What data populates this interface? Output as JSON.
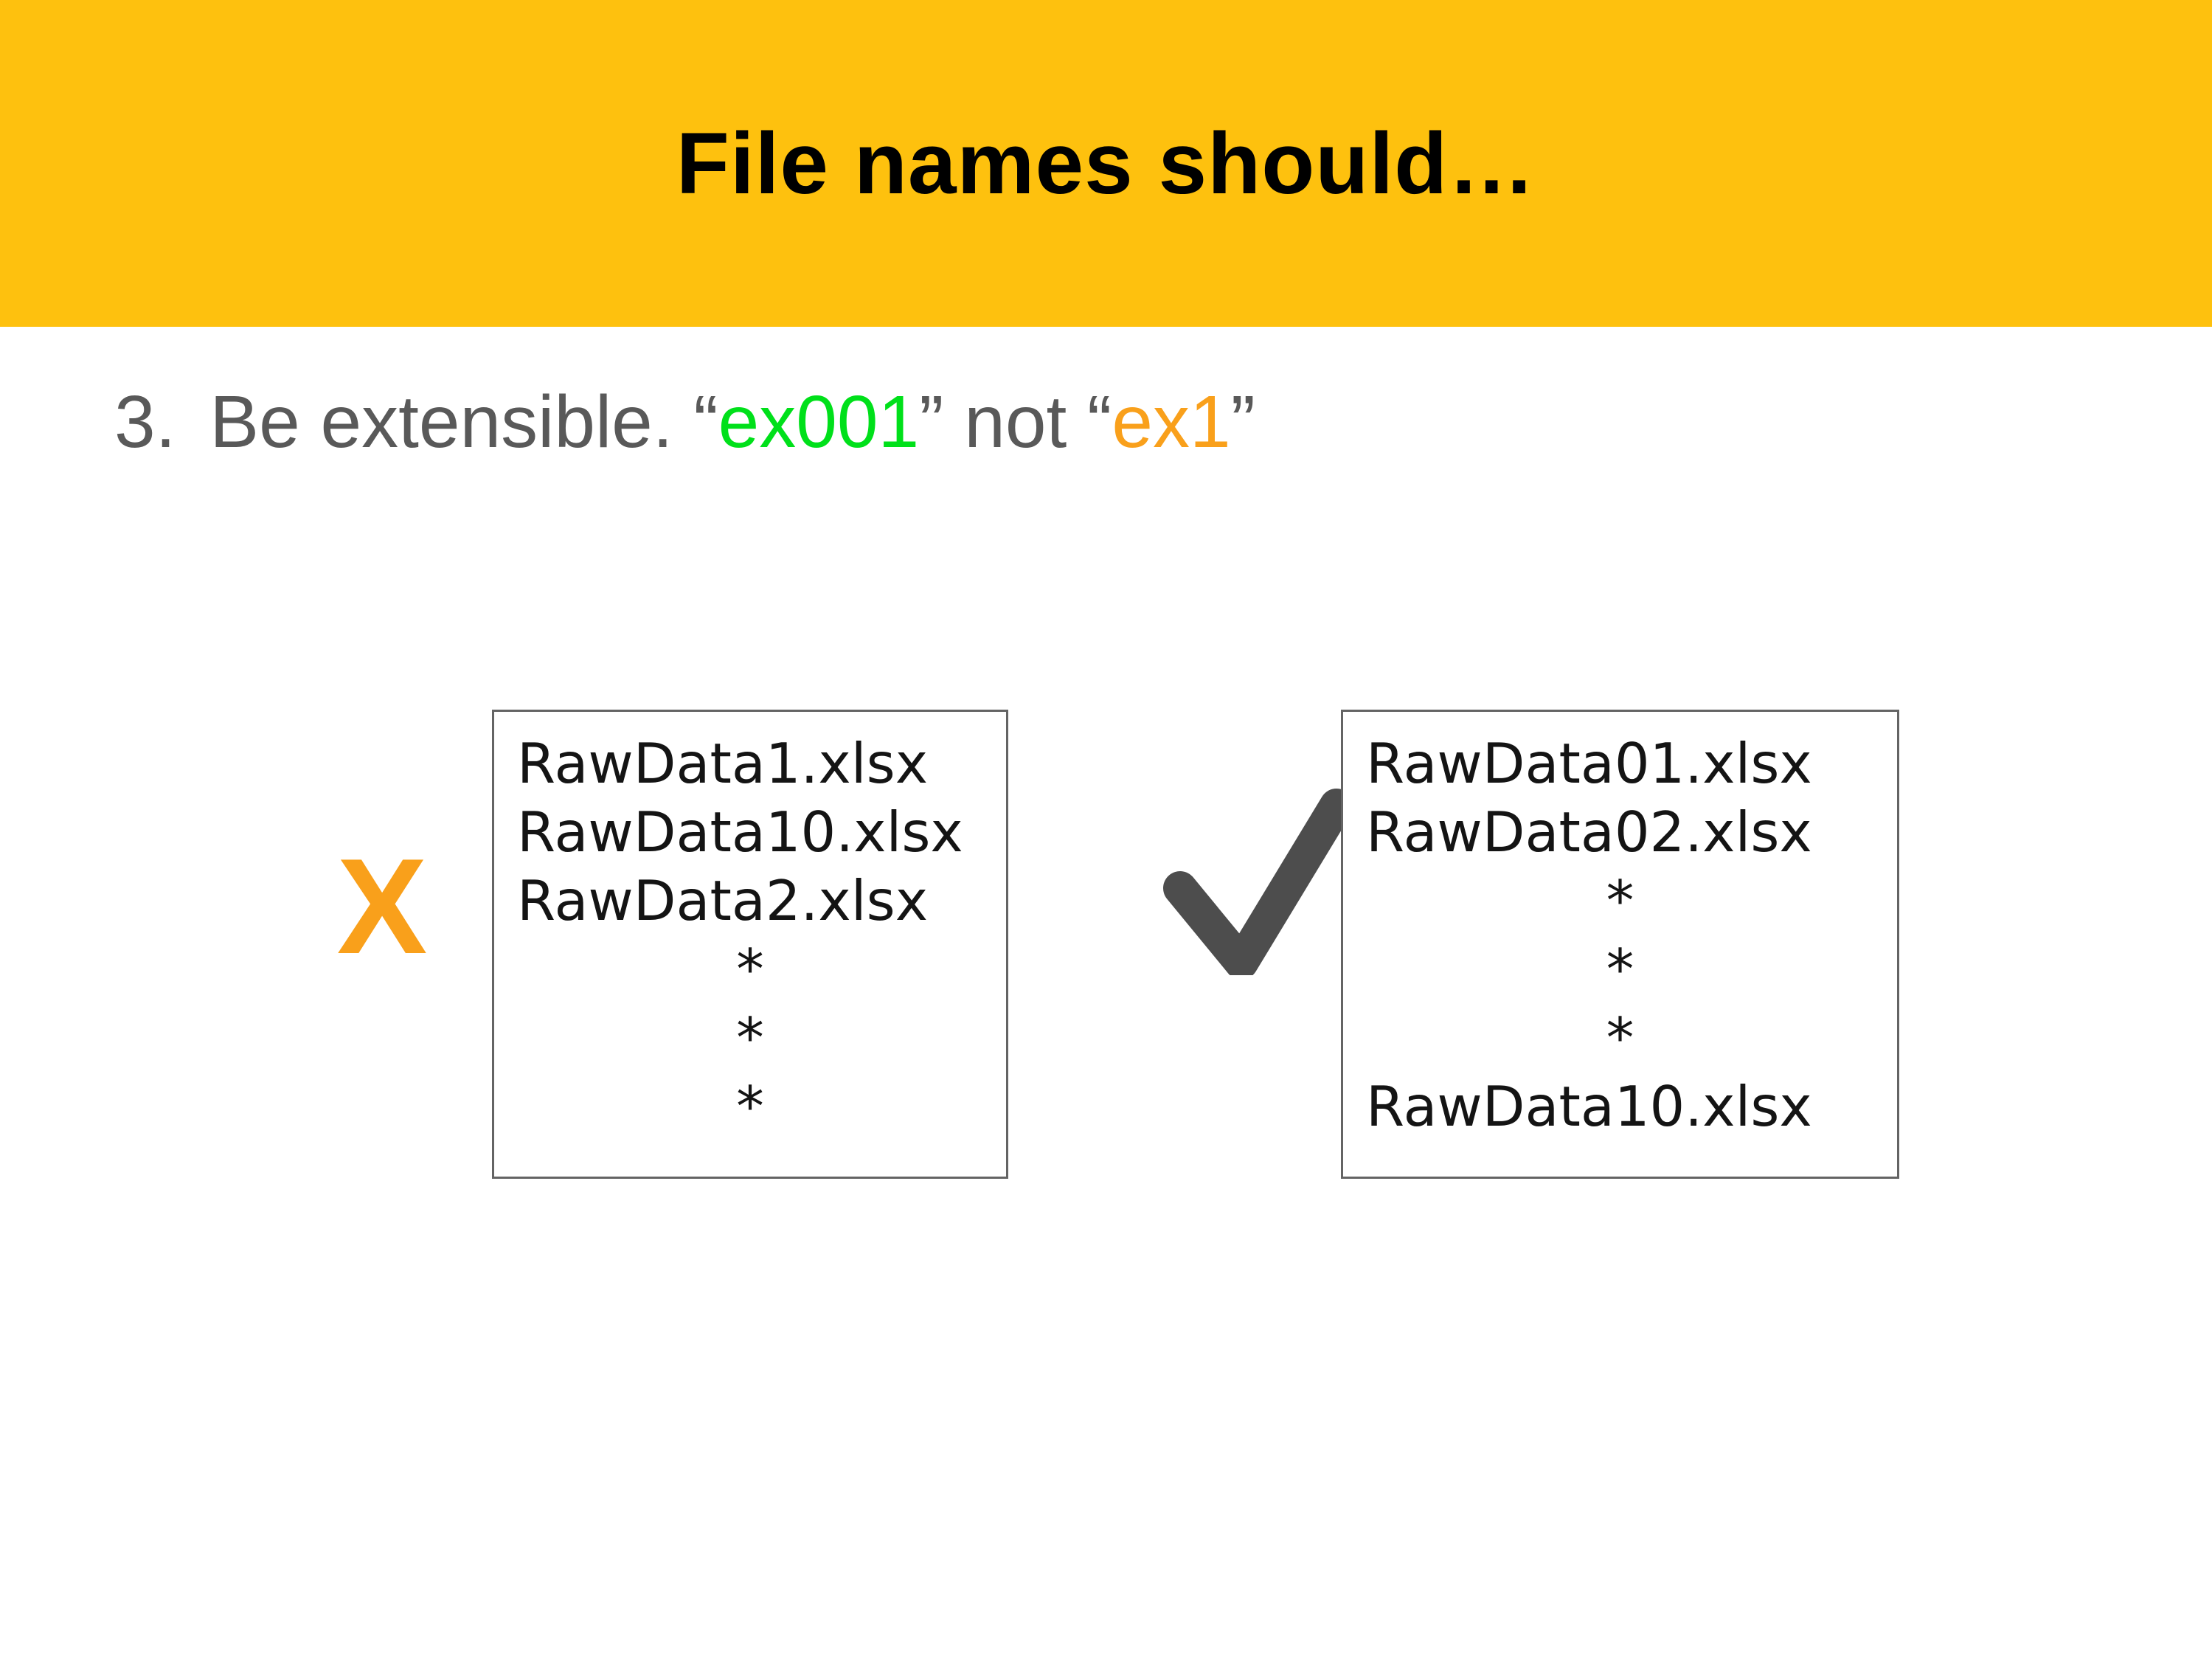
{
  "slide": {
    "title": "File names should…"
  },
  "point": {
    "number": "3.",
    "prefix": "Be extensible. “",
    "good_example": "ex001",
    "middle": "” not “",
    "bad_example": "ex1",
    "suffix": "”"
  },
  "marks": {
    "reject": "X"
  },
  "boxes": {
    "bad": {
      "lines": [
        "RawData1.xlsx",
        "RawData10.xlsx",
        "RawData2.xlsx",
        "*",
        "*",
        "*"
      ]
    },
    "good": {
      "lines": [
        "RawData01.xlsx",
        "RawData02.xlsx",
        "*",
        "*",
        "*",
        "RawData10.xlsx"
      ]
    }
  },
  "colors": {
    "banner_yellow": "#FEC10E",
    "text_gray": "#595959",
    "good_green": "#00E01A",
    "accent_orange": "#F9A01B",
    "check_gray": "#4D4D4D",
    "box_border_gray": "#646464"
  }
}
